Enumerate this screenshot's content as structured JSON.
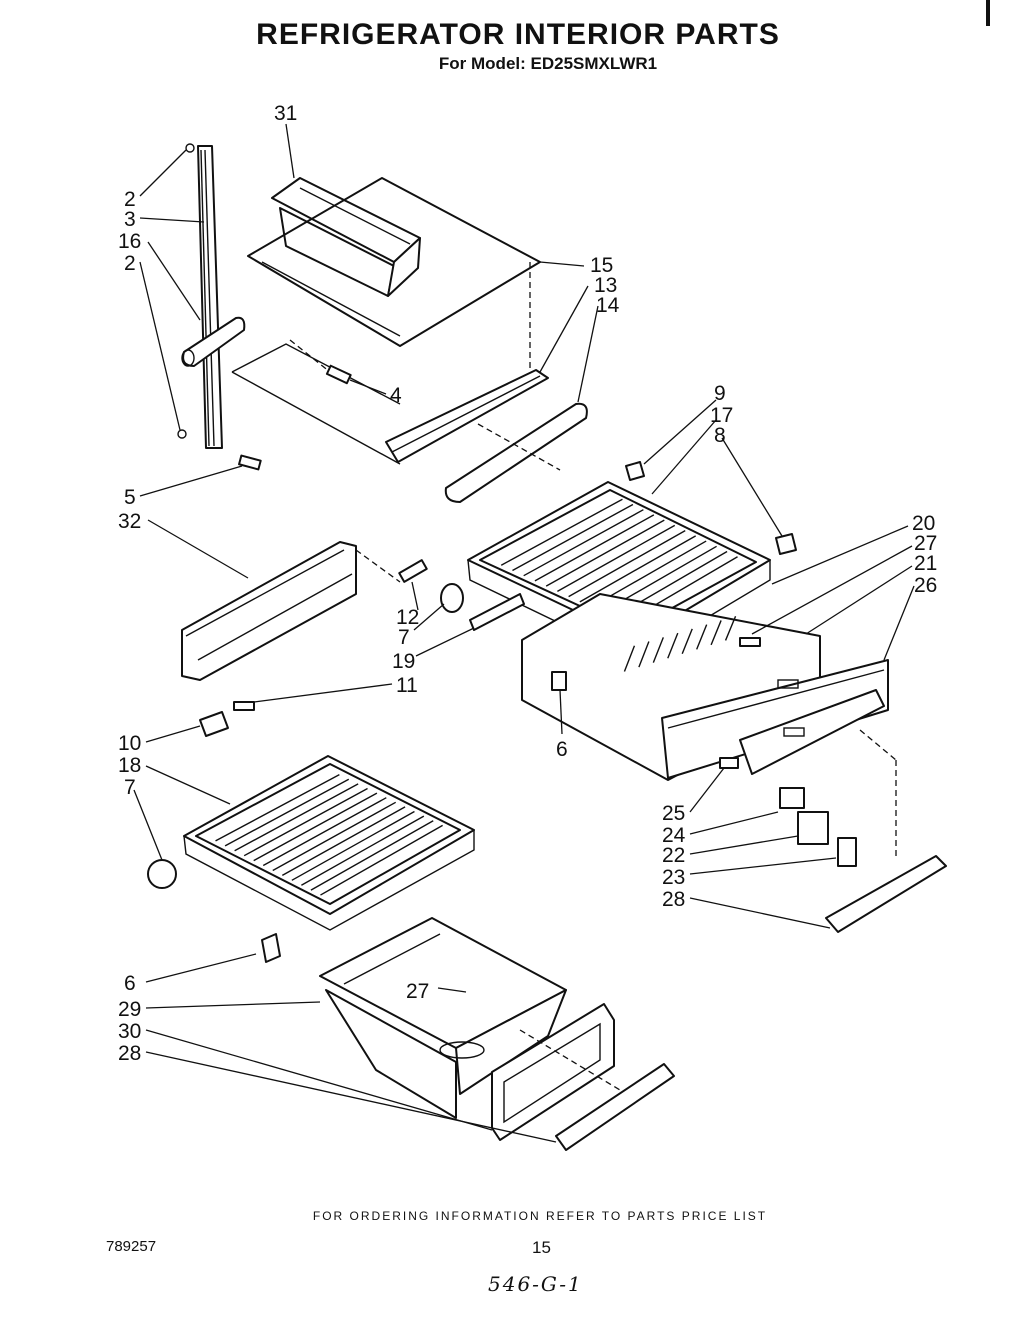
{
  "header": {
    "title": "REFRIGERATOR INTERIOR PARTS",
    "subtitle": "For Model: ED25SMXLWR1"
  },
  "footer": {
    "ordering_note": "FOR ORDERING INFORMATION REFER TO PARTS PRICE LIST",
    "doc_number": "789257",
    "page_number": "15",
    "handwritten_note": "546-G-1"
  },
  "callouts": {
    "c31": "31",
    "c2a": "2",
    "c3": "3",
    "c16": "16",
    "c2b": "2",
    "c15": "15",
    "c13": "13",
    "c14": "14",
    "c4": "4",
    "c5": "5",
    "c32": "32",
    "c9": "9",
    "c17": "17",
    "c8": "8",
    "c20": "20",
    "c27a": "27",
    "c21": "21",
    "c26": "26",
    "c12": "12",
    "c7a": "7",
    "c19": "19",
    "c11": "11",
    "c6a": "6",
    "c10": "10",
    "c18": "18",
    "c7b": "7",
    "c25": "25",
    "c24": "24",
    "c22": "22",
    "c23": "23",
    "c28a": "28",
    "c6b": "6",
    "c27b": "27",
    "c29": "29",
    "c30": "30",
    "c28b": "28"
  }
}
